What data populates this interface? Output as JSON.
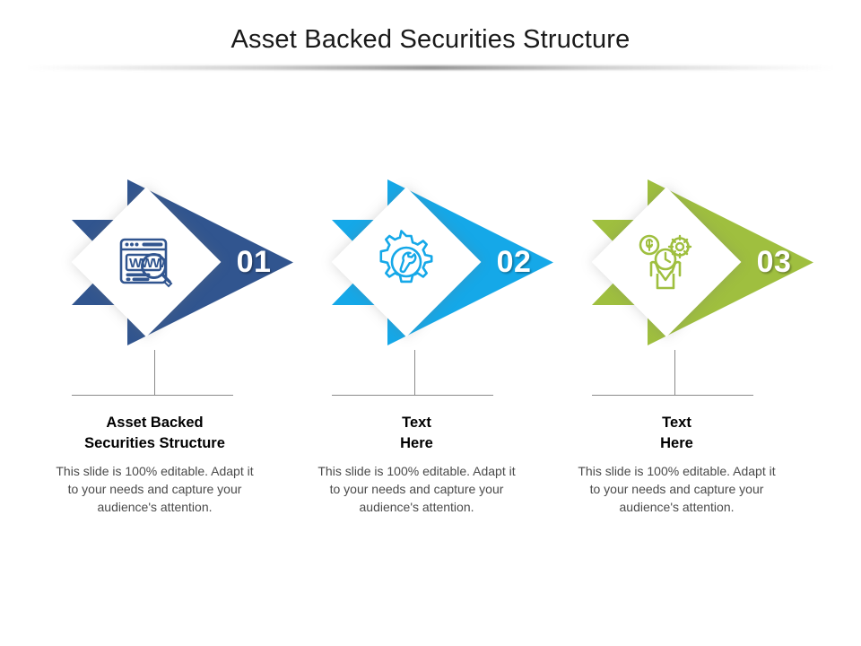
{
  "slide": {
    "title": "Asset Backed Securities Structure",
    "background": "#ffffff"
  },
  "steps": [
    {
      "number": "01",
      "color": "#31558F",
      "icon": "www-browser-search-icon",
      "heading": "Asset Backed\nSecurities Structure",
      "body": "This slide is 100% editable. Adapt it to your needs and capture your audience's attention."
    },
    {
      "number": "02",
      "color": "#15A8E8",
      "icon": "gear-wrench-icon",
      "heading": "Text\nHere",
      "body": "This slide is 100% editable. Adapt it to your needs and capture your audience's attention."
    },
    {
      "number": "03",
      "color": "#9FBF3F",
      "icon": "person-money-gear-icon",
      "heading": "Text\nHere",
      "body": "This slide is 100% editable. Adapt it to your needs and capture your audience's attention."
    }
  ]
}
